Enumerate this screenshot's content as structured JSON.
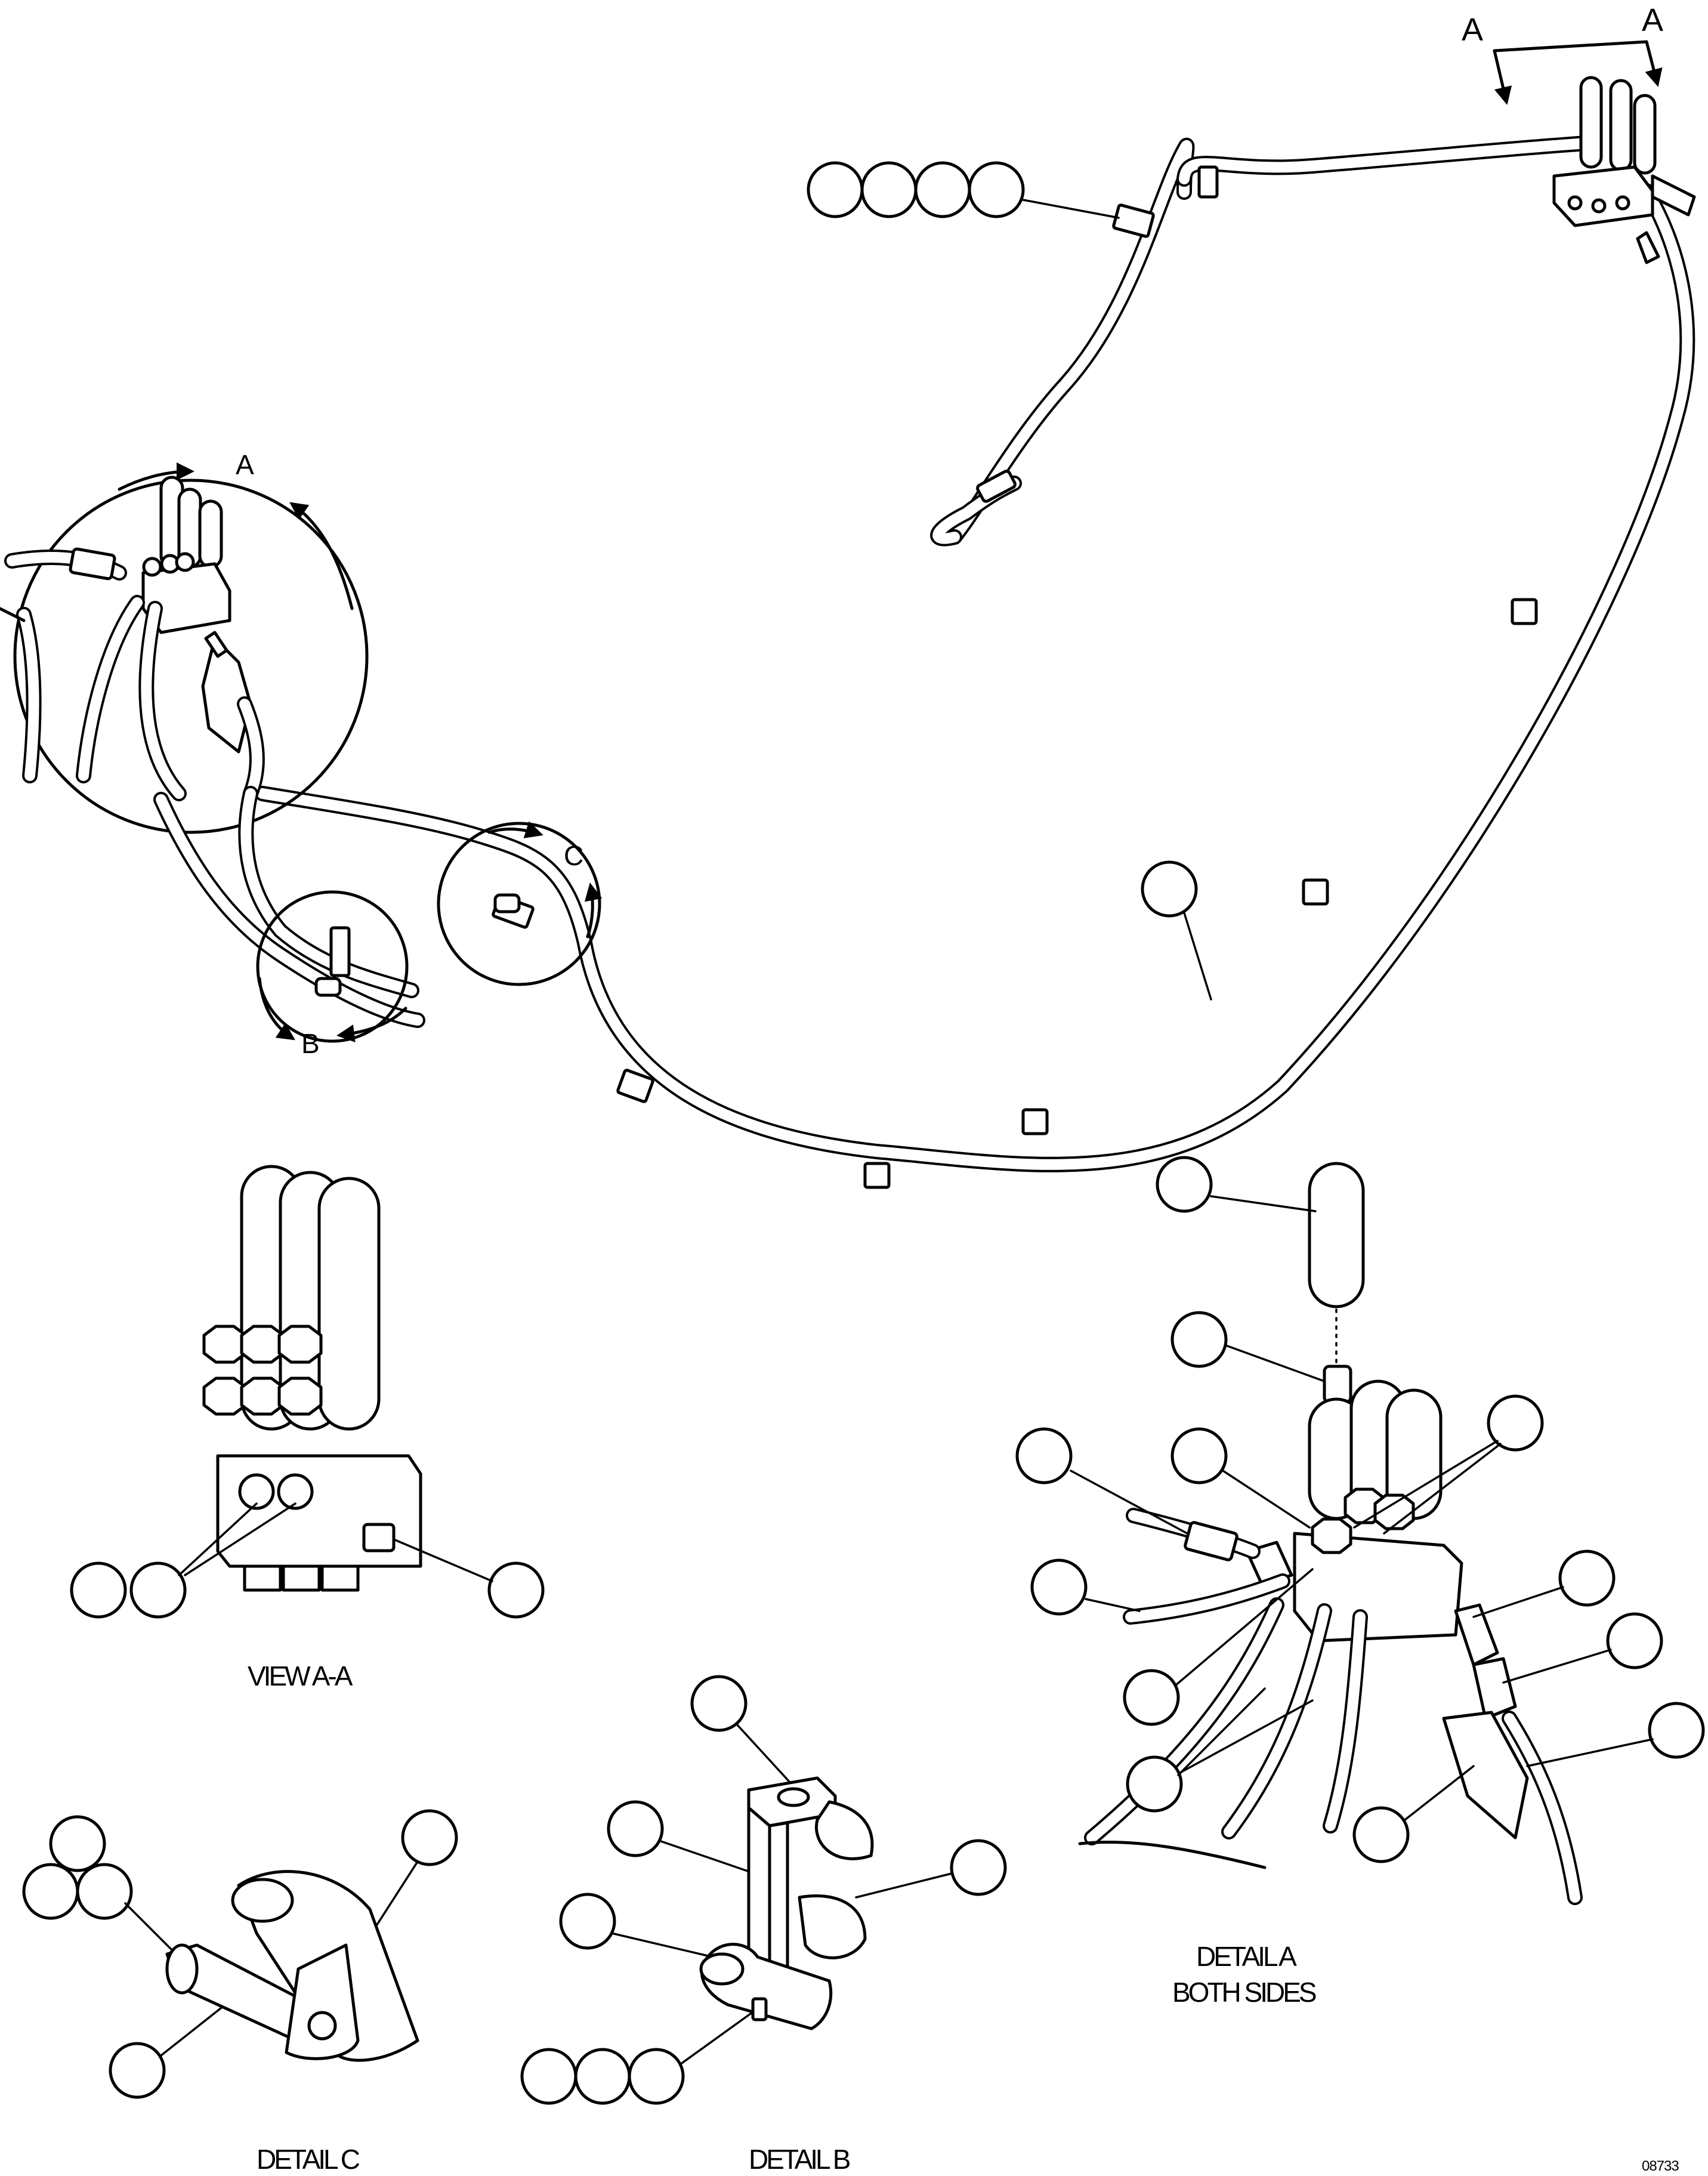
{
  "labels": {
    "section_a_left": "A",
    "section_a_right": "A",
    "detail_a_marker": "A",
    "detail_b_marker": "B",
    "detail_c_marker": "C",
    "view_aa": "VIEW A-A",
    "detail_c": "DETAIL C",
    "detail_b": "DETAIL B",
    "detail_a": "DETAIL A",
    "both_sides": "BOTH SIDES",
    "figure_code": "08733"
  }
}
